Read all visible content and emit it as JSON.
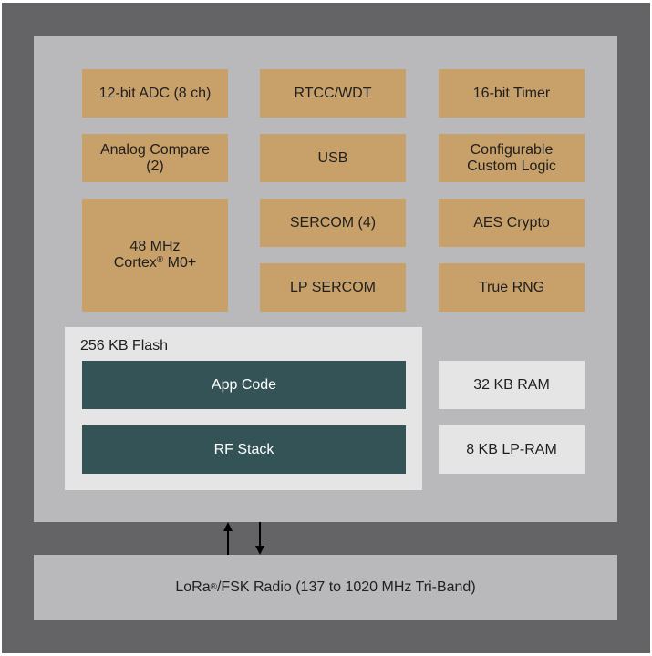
{
  "blocks": {
    "adc": "12-bit ADC (8 ch)",
    "rtcc": "RTCC/WDT",
    "timer": "16-bit Timer",
    "analog_line1": "Analog Compare",
    "analog_line2": "(2)",
    "usb": "USB",
    "ccl_line1": "Configurable",
    "ccl_line2": "Custom Logic",
    "cpu_line1": "48 MHz",
    "cpu_line2_pre": "Cortex",
    "cpu_line2_sup": "®",
    "cpu_line2_post": " M0+",
    "sercom": "SERCOM (4)",
    "aes": "AES Crypto",
    "lpsercom": "LP SERCOM",
    "rng": "True RNG"
  },
  "flash": {
    "label": "256 KB Flash",
    "app_code": "App Code",
    "rf_stack": "RF Stack"
  },
  "ram": {
    "ram": "32 KB RAM",
    "lpram": "8 KB LP-RAM"
  },
  "radio": {
    "pre": "LoRa",
    "sup": "®",
    "post": "/FSK Radio (137 to 1020 MHz Tri-Band)"
  },
  "colors": {
    "outer": "#646466",
    "chip": "#b9b9bb",
    "peripheral": "#c8a06a",
    "flash_region": "#345356",
    "memory": "#e5e5e6"
  }
}
